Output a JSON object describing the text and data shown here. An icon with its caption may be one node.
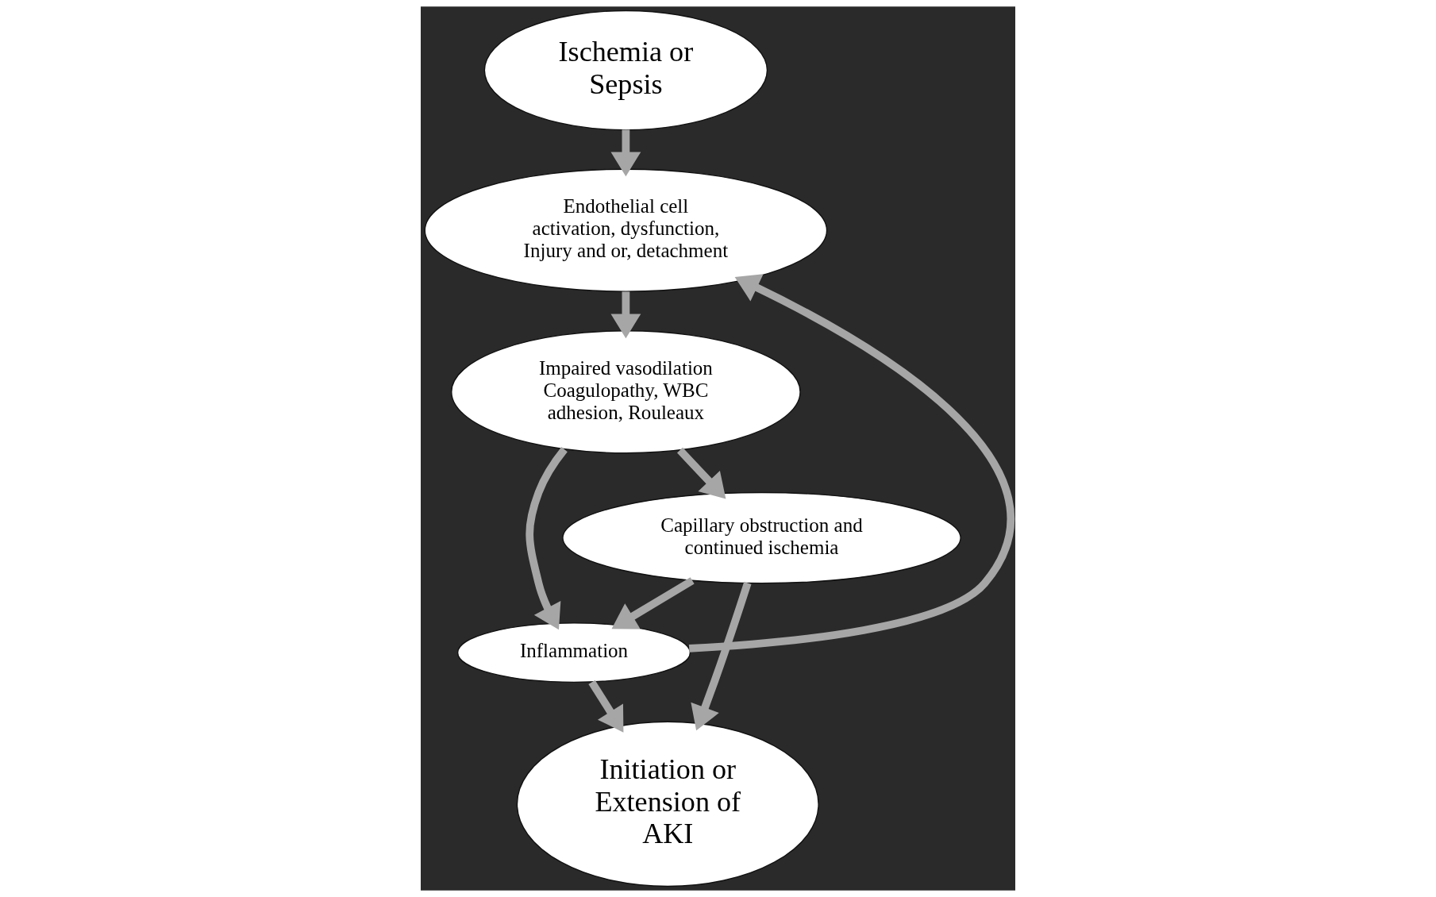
{
  "diagram": {
    "nodes": [
      {
        "text": [
          "Ischemia or Sepsis"
        ]
      },
      {
        "text": [
          "Endothelial cell activation, dysfunction, Injury and or, detachment"
        ]
      },
      {
        "text": [
          "Impaired vasodilation Coagulopathy, WBC adhesion, Rouleaux"
        ]
      },
      {
        "text": [
          "Capillary obstruction and continued ischemia"
        ]
      },
      {
        "text": [
          "Inflammation"
        ]
      },
      {
        "text": [
          "Initiation or Extension of AKI"
        ]
      }
    ],
    "edges": [
      {
        "from": 0,
        "to": 1,
        "arrow": "to"
      },
      {
        "from": 1,
        "to": 2,
        "arrow": "to"
      },
      {
        "from": 2,
        "to": 3,
        "arrow": "to"
      },
      {
        "from": 2,
        "to": 4,
        "arrow": "to"
      },
      {
        "from": 3,
        "to": 4,
        "arrow": "to"
      },
      {
        "from": 3,
        "to": 5,
        "arrow": "to"
      },
      {
        "from": 4,
        "to": 1,
        "arrow": "to"
      },
      {
        "from": 4,
        "to": 5,
        "arrow": "to"
      }
    ]
  }
}
